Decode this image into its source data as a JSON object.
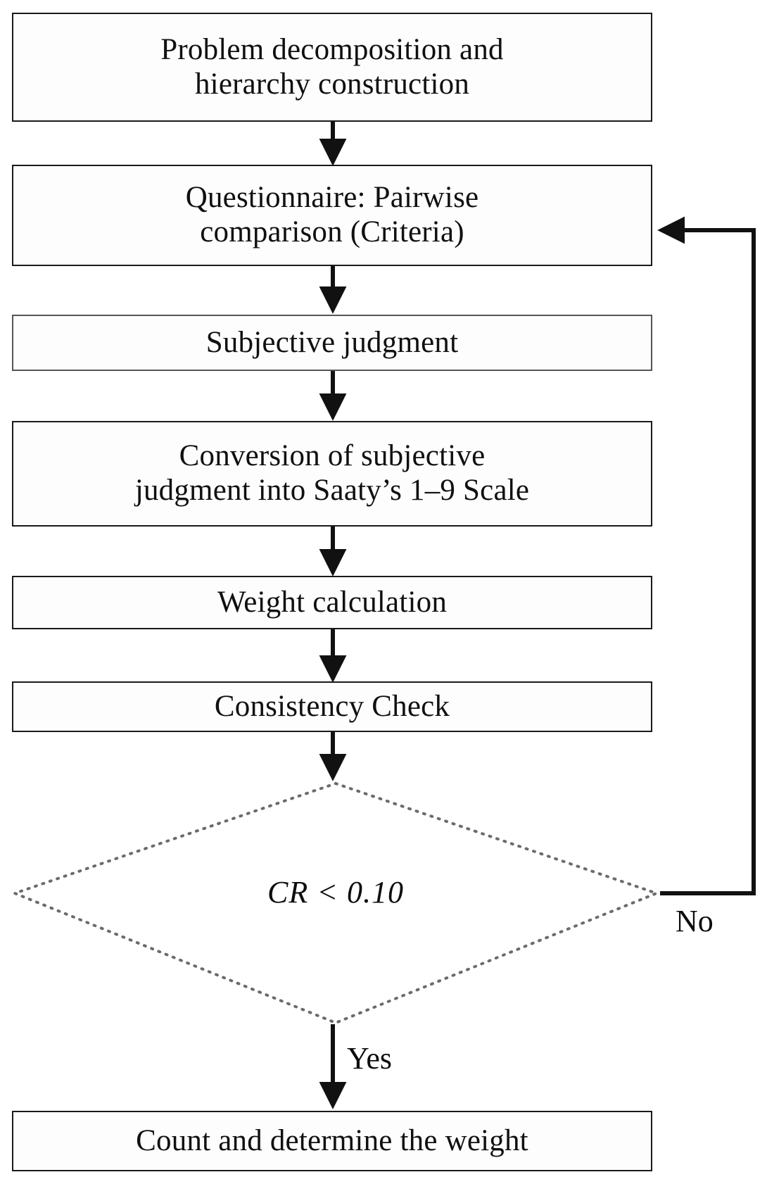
{
  "figure": {
    "type": "flowchart",
    "title": "AHP weighting procedure flowchart",
    "orientation": "top-to-bottom",
    "colors": {
      "node_border": "#1a1a1a",
      "node_fill": "#fdfdfd",
      "connector": "#111111",
      "decision_border": "#6b6b6b",
      "text": "#101010"
    }
  },
  "nodes": {
    "n1": {
      "id": "n1",
      "shape": "process",
      "line1": "Problem decomposition and",
      "line2": "hierarchy construction"
    },
    "n2": {
      "id": "n2",
      "shape": "process",
      "line1": "Questionnaire: Pairwise",
      "line2": "comparison (Criteria)"
    },
    "n3": {
      "id": "n3",
      "shape": "process",
      "line1": "Subjective judgment",
      "line2": ""
    },
    "n4": {
      "id": "n4",
      "shape": "process",
      "line1": "Conversion of subjective",
      "line2": "judgment into Saaty’s 1–9 Scale"
    },
    "n5": {
      "id": "n5",
      "shape": "process",
      "line1": "Weight calculation",
      "line2": ""
    },
    "n6": {
      "id": "n6",
      "shape": "process",
      "line1": "Consistency Check",
      "line2": ""
    },
    "d1": {
      "id": "d1",
      "shape": "decision",
      "label": "CR < 0.10"
    },
    "n7": {
      "id": "n7",
      "shape": "process",
      "line1": "Count and determine the weight",
      "line2": ""
    }
  },
  "edges": {
    "e1": {
      "from": "n1",
      "to": "n2",
      "label": ""
    },
    "e2": {
      "from": "n2",
      "to": "n3",
      "label": ""
    },
    "e3": {
      "from": "n3",
      "to": "n4",
      "label": ""
    },
    "e4": {
      "from": "n4",
      "to": "n5",
      "label": ""
    },
    "e5": {
      "from": "n5",
      "to": "n6",
      "label": ""
    },
    "e6": {
      "from": "n6",
      "to": "d1",
      "label": ""
    },
    "e7": {
      "from": "d1",
      "to": "n7",
      "label": "Yes"
    },
    "e8": {
      "from": "d1",
      "to": "n2",
      "label": "No"
    }
  }
}
